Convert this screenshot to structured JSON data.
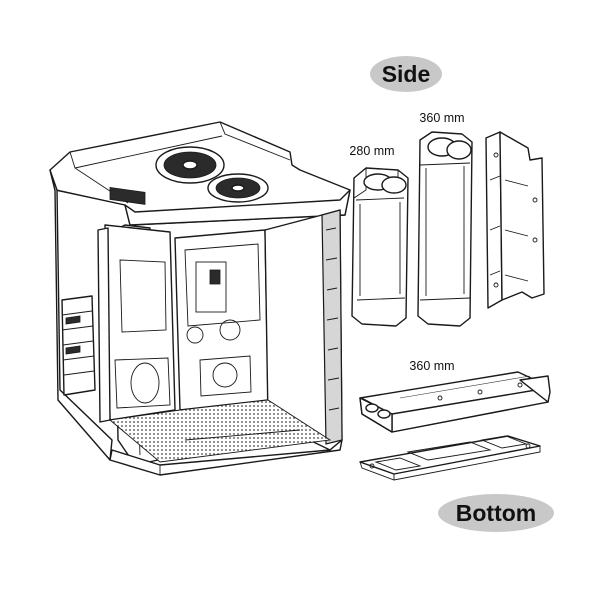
{
  "labels": {
    "side": "Side",
    "bottom": "Bottom"
  },
  "radiators": {
    "side_small": "280 mm",
    "side_large": "360 mm",
    "bottom": "360 mm"
  },
  "colors": {
    "badge_fill": "#c8c8c8",
    "line": "#1a1a1a"
  }
}
